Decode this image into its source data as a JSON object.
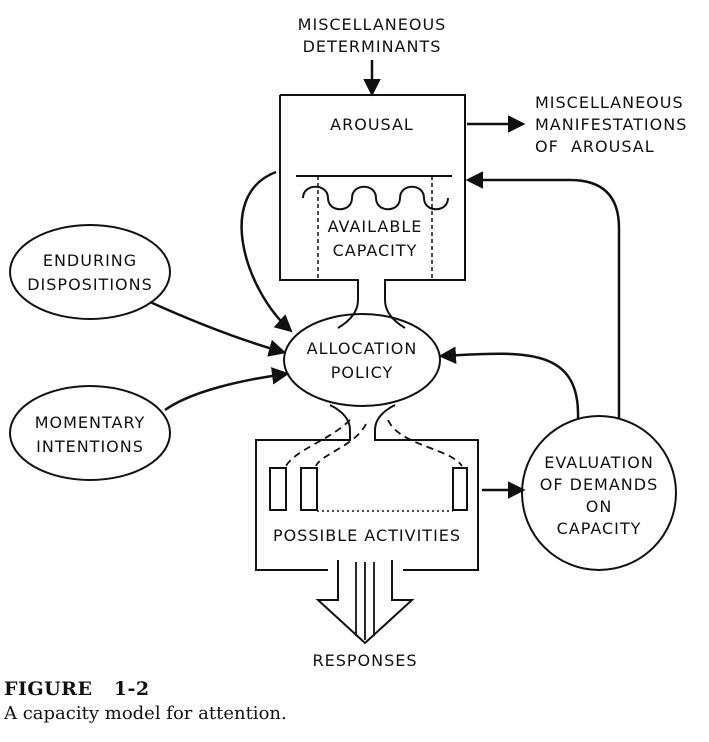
{
  "labels": {
    "misc_determinants": [
      "MISCELLANEOUS",
      "DETERMINANTS"
    ],
    "arousal": "AROUSAL",
    "misc_manifestations": [
      "MISCELLANEOUS",
      "MANIFESTATIONS",
      "OF  AROUSAL"
    ],
    "available_capacity": [
      "AVAILABLE",
      "CAPACITY"
    ],
    "enduring_dispositions": [
      "ENDURING",
      "DISPOSITIONS"
    ],
    "allocation_policy": [
      "ALLOCATION",
      "POLICY"
    ],
    "momentary_intentions": [
      "MOMENTARY",
      "INTENTIONS"
    ],
    "evaluation": [
      "EVALUATION",
      "OF DEMANDS",
      "ON",
      "CAPACITY"
    ],
    "possible_activities": "POSSIBLE ACTIVITIES",
    "responses": "RESPONSES"
  },
  "caption": {
    "title": "FIGURE   1-2",
    "text": "A capacity model for attention."
  }
}
